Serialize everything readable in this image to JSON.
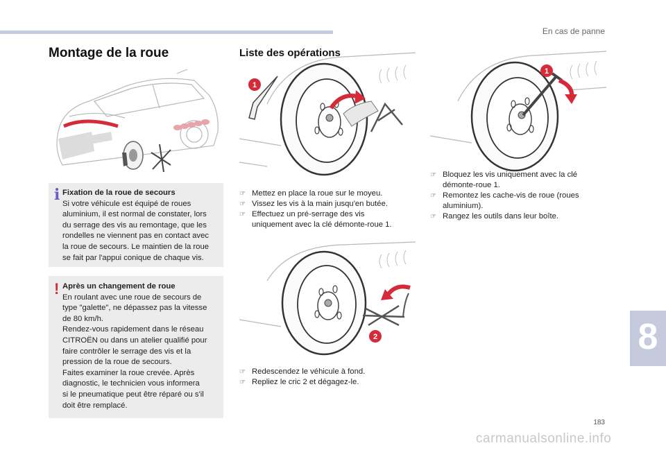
{
  "header": {
    "section": "En cas de panne"
  },
  "page": {
    "title": "Montage de la roue",
    "subtitle": "Liste des opérations",
    "number": "183",
    "chapter": "8"
  },
  "info_box": {
    "icon": "info-icon",
    "heading": "Fixation de la roue de secours",
    "body": "Si votre véhicule est équipé de roues\naluminium, il est normal de constater, lors\ndu serrage des vis au remontage, que les\nrondelles ne viennent pas en contact avec\nla roue de secours. Le maintien de la roue\nse fait par l'appui conique de chaque vis."
  },
  "warning_box": {
    "icon": "warning-icon",
    "heading": "Après un changement de roue",
    "body": "En roulant avec une roue de secours de\ntype \"galette\", ne dépassez pas la vitesse\nde 80 km/h.\nRendez-vous rapidement dans le réseau\nCITROËN ou dans un atelier qualifié pour\nfaire contrôler le serrage des vis et la\npression de la roue de secours.\nFaites examiner la roue crevée. Après\ndiagnostic, le technicien vous informera\nsi le pneumatique peut être réparé ou s'il\ndoit être remplacé."
  },
  "steps_a": [
    {
      "text": "Mettez en place la roue sur le moyeu."
    },
    {
      "text": "Vissez les vis à la main jusqu'en butée."
    },
    {
      "text": "Effectuez un pré-serrage des vis\nuniquement avec la clé démonte-roue 1."
    }
  ],
  "steps_b": [
    {
      "text": "Redescendez le véhicule à fond."
    },
    {
      "text": "Repliez le cric 2 et dégagez-le."
    }
  ],
  "steps_c": [
    {
      "text": "Bloquez les vis uniquement avec la clé\ndémonte-roue 1."
    },
    {
      "text": "Remontez les cache-vis de roue (roues\naluminium)."
    },
    {
      "text": "Rangez les outils dans leur boîte."
    }
  ],
  "callouts": {
    "wrench": "1",
    "jack": "2"
  },
  "colors": {
    "accent_red": "#d42a3a",
    "info_purple": "#6b5cc4",
    "tab_blue": "#c6cadd",
    "box_gray": "#ececec"
  },
  "watermark": "carmanualsonline.info"
}
